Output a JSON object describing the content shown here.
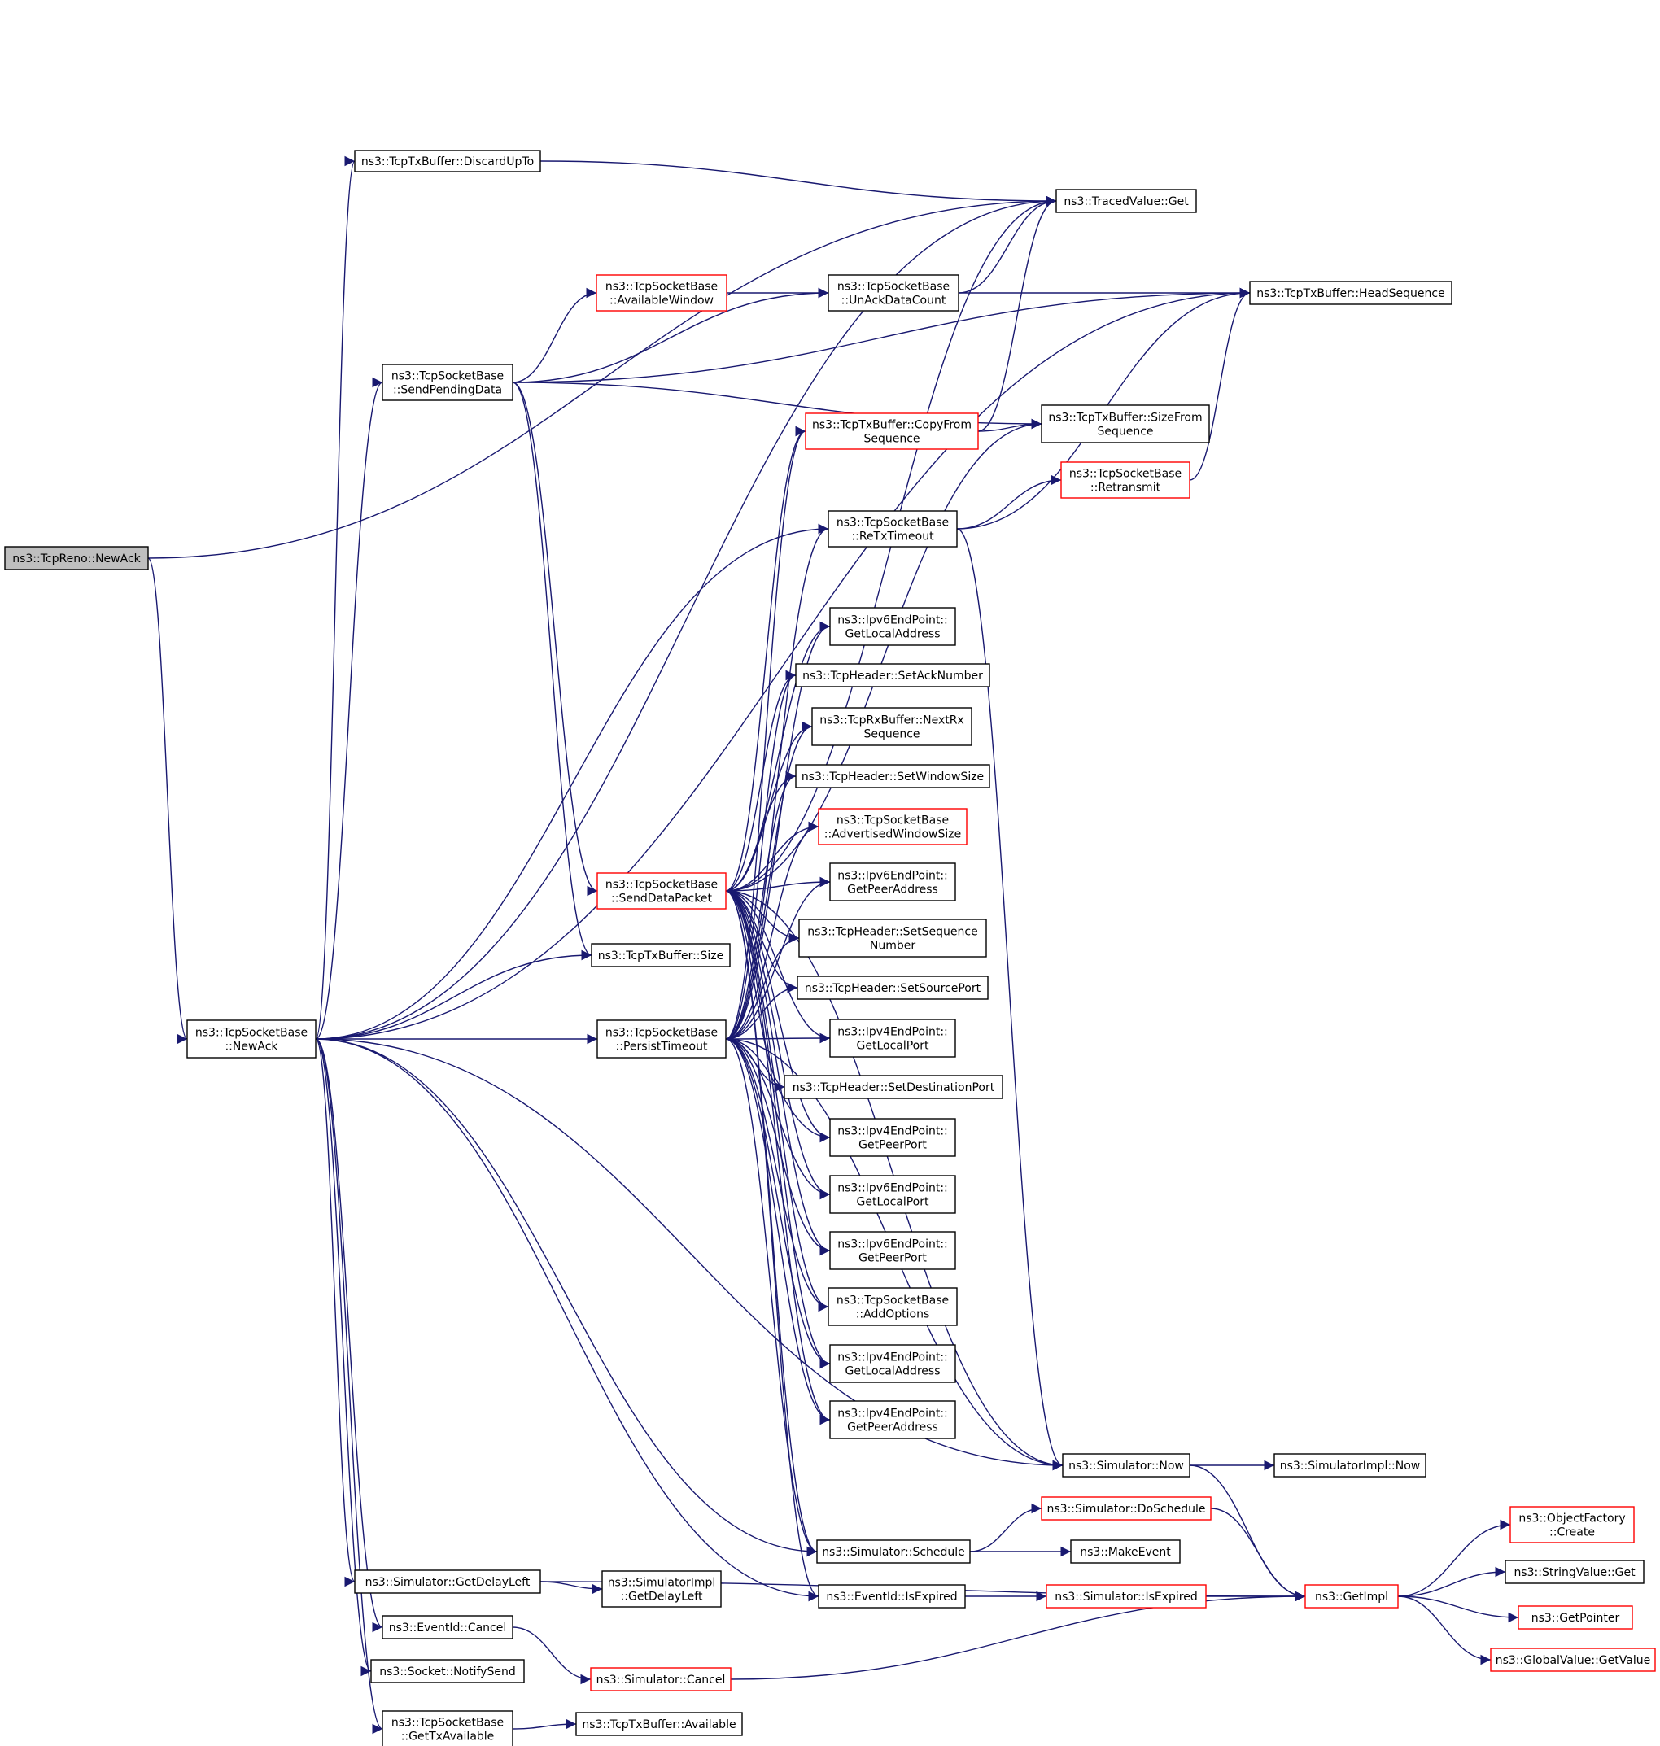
{
  "nodes": [
    {
      "id": "newack_reno",
      "lines": [
        "ns3::TcpReno::NewAck"
      ],
      "red": false,
      "root": true
    },
    {
      "id": "discardupto",
      "lines": [
        "ns3::TcpTxBuffer::DiscardUpTo"
      ],
      "red": false
    },
    {
      "id": "tracedvalue_get",
      "lines": [
        "ns3::TracedValue::Get"
      ],
      "red": false
    },
    {
      "id": "headsequence",
      "lines": [
        "ns3::TcpTxBuffer::HeadSequence"
      ],
      "red": false
    },
    {
      "id": "availablewindow",
      "lines": [
        "ns3::TcpSocketBase",
        "::AvailableWindow"
      ],
      "red": true
    },
    {
      "id": "unackdatacount",
      "lines": [
        "ns3::TcpSocketBase",
        "::UnAckDataCount"
      ],
      "red": false
    },
    {
      "id": "sendpendingdata",
      "lines": [
        "ns3::TcpSocketBase",
        "::SendPendingData"
      ],
      "red": false
    },
    {
      "id": "sizefromsequence",
      "lines": [
        "ns3::TcpTxBuffer::SizeFrom",
        "Sequence"
      ],
      "red": false
    },
    {
      "id": "copyfromsequence",
      "lines": [
        "ns3::TcpTxBuffer::CopyFrom",
        "Sequence"
      ],
      "red": true
    },
    {
      "id": "retransmit",
      "lines": [
        "ns3::TcpSocketBase",
        "::Retransmit"
      ],
      "red": true
    },
    {
      "id": "retxtimeout",
      "lines": [
        "ns3::TcpSocketBase",
        "::ReTxTimeout"
      ],
      "red": false
    },
    {
      "id": "ipv6_getlocaladdress",
      "lines": [
        "ns3::Ipv6EndPoint::",
        "GetLocalAddress"
      ],
      "red": false
    },
    {
      "id": "setacknumber",
      "lines": [
        "ns3::TcpHeader::SetAckNumber"
      ],
      "red": false
    },
    {
      "id": "nextrxsequence",
      "lines": [
        "ns3::TcpRxBuffer::NextRx",
        "Sequence"
      ],
      "red": false
    },
    {
      "id": "setwindowsize",
      "lines": [
        "ns3::TcpHeader::SetWindowSize"
      ],
      "red": false
    },
    {
      "id": "advertisedwindowsize",
      "lines": [
        "ns3::TcpSocketBase",
        "::AdvertisedWindowSize"
      ],
      "red": true
    },
    {
      "id": "senddatapacket",
      "lines": [
        "ns3::TcpSocketBase",
        "::SendDataPacket"
      ],
      "red": true
    },
    {
      "id": "ipv6_getpeeraddress",
      "lines": [
        "ns3::Ipv6EndPoint::",
        "GetPeerAddress"
      ],
      "red": false
    },
    {
      "id": "setsequencenumber",
      "lines": [
        "ns3::TcpHeader::SetSequence",
        "Number"
      ],
      "red": false
    },
    {
      "id": "txbuffer_size",
      "lines": [
        "ns3::TcpTxBuffer::Size"
      ],
      "red": false
    },
    {
      "id": "setsourceport",
      "lines": [
        "ns3::TcpHeader::SetSourcePort"
      ],
      "red": false
    },
    {
      "id": "newack_base",
      "lines": [
        "ns3::TcpSocketBase",
        "::NewAck"
      ],
      "red": false
    },
    {
      "id": "persisttimeout",
      "lines": [
        "ns3::TcpSocketBase",
        "::PersistTimeout"
      ],
      "red": false
    },
    {
      "id": "ipv4_getlocalport",
      "lines": [
        "ns3::Ipv4EndPoint::",
        "GetLocalPort"
      ],
      "red": false
    },
    {
      "id": "setdestinationport",
      "lines": [
        "ns3::TcpHeader::SetDestinationPort"
      ],
      "red": false
    },
    {
      "id": "ipv4_getpeerport",
      "lines": [
        "ns3::Ipv4EndPoint::",
        "GetPeerPort"
      ],
      "red": false
    },
    {
      "id": "ipv6_getlocalport",
      "lines": [
        "ns3::Ipv6EndPoint::",
        "GetLocalPort"
      ],
      "red": false
    },
    {
      "id": "ipv6_getpeerport",
      "lines": [
        "ns3::Ipv6EndPoint::",
        "GetPeerPort"
      ],
      "red": false
    },
    {
      "id": "addoptions",
      "lines": [
        "ns3::TcpSocketBase",
        "::AddOptions"
      ],
      "red": false
    },
    {
      "id": "ipv4_getlocaladdress",
      "lines": [
        "ns3::Ipv4EndPoint::",
        "GetLocalAddress"
      ],
      "red": false
    },
    {
      "id": "ipv4_getpeeraddress",
      "lines": [
        "ns3::Ipv4EndPoint::",
        "GetPeerAddress"
      ],
      "red": false
    },
    {
      "id": "simulator_now",
      "lines": [
        "ns3::Simulator::Now"
      ],
      "red": false
    },
    {
      "id": "simulatorimpl_now",
      "lines": [
        "ns3::SimulatorImpl::Now"
      ],
      "red": false
    },
    {
      "id": "doschedule",
      "lines": [
        "ns3::Simulator::DoSchedule"
      ],
      "red": true
    },
    {
      "id": "objectfactory_create",
      "lines": [
        "ns3::ObjectFactory",
        "::Create"
      ],
      "red": true
    },
    {
      "id": "simulator_schedule",
      "lines": [
        "ns3::Simulator::Schedule"
      ],
      "red": false
    },
    {
      "id": "makeevent",
      "lines": [
        "ns3::MakeEvent"
      ],
      "red": false
    },
    {
      "id": "getdelayleft",
      "lines": [
        "ns3::Simulator::GetDelayLeft"
      ],
      "red": false
    },
    {
      "id": "impl_getdelayleft",
      "lines": [
        "ns3::SimulatorImpl",
        "::GetDelayLeft"
      ],
      "red": false
    },
    {
      "id": "stringvalue_get",
      "lines": [
        "ns3::StringValue::Get"
      ],
      "red": false
    },
    {
      "id": "isexpired",
      "lines": [
        "ns3::EventId::IsExpired"
      ],
      "red": false
    },
    {
      "id": "simulator_isexpired",
      "lines": [
        "ns3::Simulator::IsExpired"
      ],
      "red": true
    },
    {
      "id": "getimpl",
      "lines": [
        "ns3::GetImpl"
      ],
      "red": true
    },
    {
      "id": "getpointer",
      "lines": [
        "ns3::GetPointer"
      ],
      "red": true
    },
    {
      "id": "eventid_cancel",
      "lines": [
        "ns3::EventId::Cancel"
      ],
      "red": false
    },
    {
      "id": "globalvalue_getvalue",
      "lines": [
        "ns3::GlobalValue::GetValue"
      ],
      "red": true
    },
    {
      "id": "notifysend",
      "lines": [
        "ns3::Socket::NotifySend"
      ],
      "red": false
    },
    {
      "id": "simulator_cancel",
      "lines": [
        "ns3::Simulator::Cancel"
      ],
      "red": true
    },
    {
      "id": "gettxavailable",
      "lines": [
        "ns3::TcpSocketBase",
        "::GetTxAvailable"
      ],
      "red": false
    },
    {
      "id": "txbuffer_available",
      "lines": [
        "ns3::TcpTxBuffer::Available"
      ],
      "red": false
    }
  ],
  "edges": [
    [
      "newack_reno",
      "tracedvalue_get"
    ],
    [
      "newack_reno",
      "newack_base"
    ],
    [
      "discardupto",
      "tracedvalue_get"
    ],
    [
      "availablewindow",
      "unackdatacount"
    ],
    [
      "unackdatacount",
      "tracedvalue_get"
    ],
    [
      "unackdatacount",
      "headsequence"
    ],
    [
      "sendpendingdata",
      "availablewindow"
    ],
    [
      "sendpendingdata",
      "unackdatacount"
    ],
    [
      "sendpendingdata",
      "headsequence"
    ],
    [
      "sendpendingdata",
      "sizefromsequence"
    ],
    [
      "sendpendingdata",
      "senddatapacket"
    ],
    [
      "sendpendingdata",
      "txbuffer_size"
    ],
    [
      "copyfromsequence",
      "sizefromsequence"
    ],
    [
      "copyfromsequence",
      "tracedvalue_get"
    ],
    [
      "retransmit",
      "headsequence"
    ],
    [
      "retxtimeout",
      "retransmit"
    ],
    [
      "retxtimeout",
      "headsequence"
    ],
    [
      "retxtimeout",
      "simulator_now"
    ],
    [
      "senddatapacket",
      "tracedvalue_get"
    ],
    [
      "senddatapacket",
      "copyfromsequence"
    ],
    [
      "senddatapacket",
      "sizefromsequence"
    ],
    [
      "senddatapacket",
      "ipv6_getlocaladdress"
    ],
    [
      "senddatapacket",
      "setacknumber"
    ],
    [
      "senddatapacket",
      "nextrxsequence"
    ],
    [
      "senddatapacket",
      "setwindowsize"
    ],
    [
      "senddatapacket",
      "advertisedwindowsize"
    ],
    [
      "senddatapacket",
      "ipv6_getpeeraddress"
    ],
    [
      "senddatapacket",
      "setsequencenumber"
    ],
    [
      "senddatapacket",
      "setsourceport"
    ],
    [
      "senddatapacket",
      "ipv4_getlocalport"
    ],
    [
      "senddatapacket",
      "setdestinationport"
    ],
    [
      "senddatapacket",
      "ipv4_getpeerport"
    ],
    [
      "senddatapacket",
      "ipv6_getlocalport"
    ],
    [
      "senddatapacket",
      "ipv6_getpeerport"
    ],
    [
      "senddatapacket",
      "addoptions"
    ],
    [
      "senddatapacket",
      "ipv4_getlocaladdress"
    ],
    [
      "senddatapacket",
      "ipv4_getpeeraddress"
    ],
    [
      "senddatapacket",
      "simulator_now"
    ],
    [
      "senddatapacket",
      "simulator_schedule"
    ],
    [
      "senddatapacket",
      "isexpired"
    ],
    [
      "newack_base",
      "discardupto"
    ],
    [
      "newack_base",
      "tracedvalue_get"
    ],
    [
      "newack_base",
      "headsequence"
    ],
    [
      "newack_base",
      "sendpendingdata"
    ],
    [
      "newack_base",
      "retxtimeout"
    ],
    [
      "newack_base",
      "txbuffer_size"
    ],
    [
      "newack_base",
      "persisttimeout"
    ],
    [
      "newack_base",
      "simulator_now"
    ],
    [
      "newack_base",
      "simulator_schedule"
    ],
    [
      "newack_base",
      "isexpired"
    ],
    [
      "newack_base",
      "getdelayleft"
    ],
    [
      "newack_base",
      "eventid_cancel"
    ],
    [
      "newack_base",
      "notifysend"
    ],
    [
      "newack_base",
      "gettxavailable"
    ],
    [
      "persisttimeout",
      "copyfromsequence"
    ],
    [
      "persisttimeout",
      "retxtimeout"
    ],
    [
      "persisttimeout",
      "ipv6_getlocaladdress"
    ],
    [
      "persisttimeout",
      "setacknumber"
    ],
    [
      "persisttimeout",
      "nextrxsequence"
    ],
    [
      "persisttimeout",
      "setwindowsize"
    ],
    [
      "persisttimeout",
      "advertisedwindowsize"
    ],
    [
      "persisttimeout",
      "ipv6_getpeeraddress"
    ],
    [
      "persisttimeout",
      "setsequencenumber"
    ],
    [
      "persisttimeout",
      "setsourceport"
    ],
    [
      "persisttimeout",
      "ipv4_getlocalport"
    ],
    [
      "persisttimeout",
      "setdestinationport"
    ],
    [
      "persisttimeout",
      "ipv4_getpeerport"
    ],
    [
      "persisttimeout",
      "ipv6_getlocalport"
    ],
    [
      "persisttimeout",
      "ipv6_getpeerport"
    ],
    [
      "persisttimeout",
      "addoptions"
    ],
    [
      "persisttimeout",
      "ipv4_getlocaladdress"
    ],
    [
      "persisttimeout",
      "ipv4_getpeeraddress"
    ],
    [
      "persisttimeout",
      "simulator_now"
    ],
    [
      "persisttimeout",
      "simulator_schedule"
    ],
    [
      "simulator_now",
      "simulatorimpl_now"
    ],
    [
      "simulator_now",
      "getimpl"
    ],
    [
      "simulator_schedule",
      "doschedule"
    ],
    [
      "simulator_schedule",
      "makeevent"
    ],
    [
      "doschedule",
      "getimpl"
    ],
    [
      "getdelayleft",
      "impl_getdelayleft"
    ],
    [
      "getdelayleft",
      "getimpl"
    ],
    [
      "isexpired",
      "simulator_isexpired"
    ],
    [
      "simulator_isexpired",
      "getimpl"
    ],
    [
      "eventid_cancel",
      "simulator_cancel"
    ],
    [
      "simulator_cancel",
      "getimpl"
    ],
    [
      "gettxavailable",
      "txbuffer_available"
    ],
    [
      "getimpl",
      "objectfactory_create"
    ],
    [
      "getimpl",
      "stringvalue_get"
    ],
    [
      "getimpl",
      "getpointer"
    ],
    [
      "getimpl",
      "globalvalue_getvalue"
    ]
  ]
}
